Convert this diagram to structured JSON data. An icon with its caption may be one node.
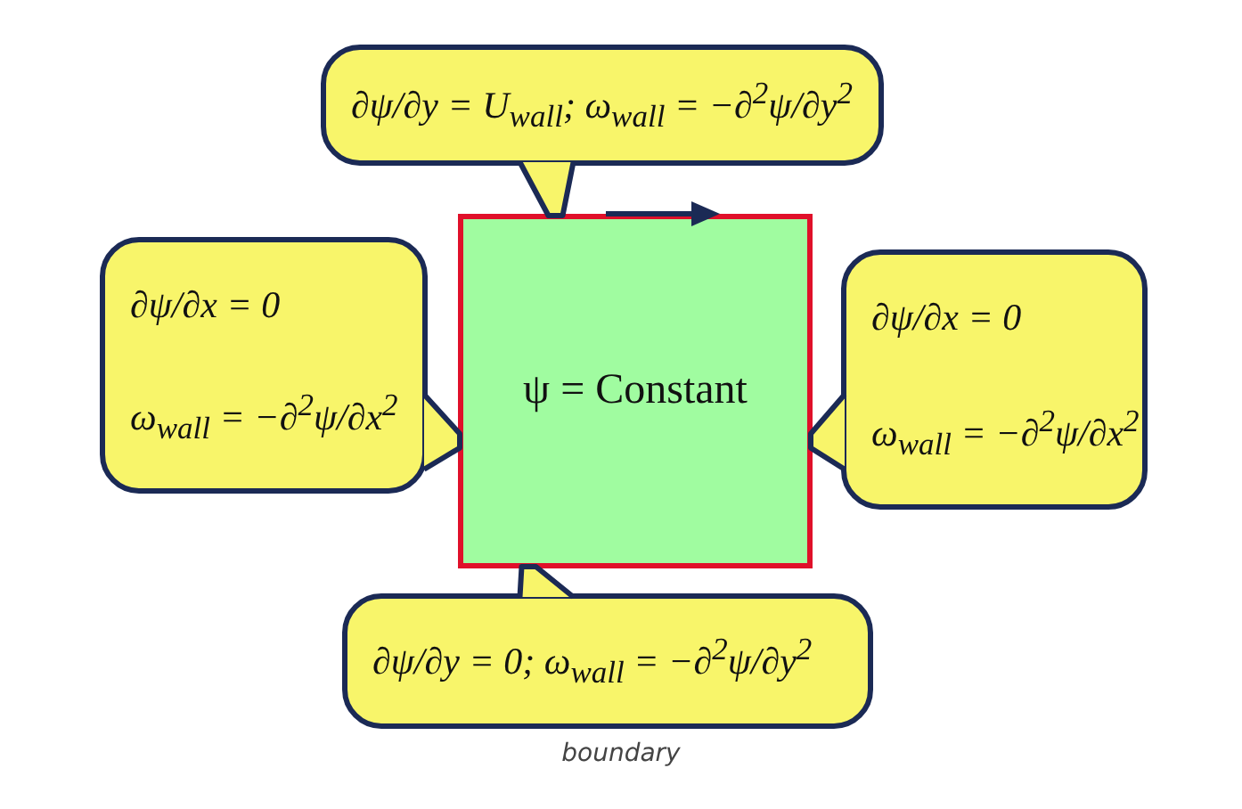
{
  "diagram": {
    "caption": "boundary",
    "nodes": [
      {
        "text": [
          "∂ψ/∂y = U$_{wall}$;   ω$_{wall}$ = −∂$^{2}$ψ/∂y$^{2}$"
        ]
      },
      {
        "text": [
          "∂ψ/∂x = 0",
          "ω$_{wall}$ = −∂$^{2}$ψ/∂x$^{2}$"
        ]
      },
      {
        "text": [
          "ψ = Constant"
        ]
      },
      {
        "text": [
          "∂ψ/∂x = 0",
          "ω$_{wall}$ = −∂$^{2}$ψ/∂x$^{2}$"
        ]
      },
      {
        "text": [
          "∂ψ/∂y = 0;   ω$_{wall}$ = −∂$^{2}$ψ/∂y$^{2}$"
        ]
      }
    ],
    "edges": [
      {
        "from": 0,
        "to": 2,
        "arrow": "none"
      },
      {
        "from": 1,
        "to": 2,
        "arrow": "none"
      },
      {
        "from": 3,
        "to": 2,
        "arrow": "none"
      },
      {
        "from": 4,
        "to": 2,
        "arrow": "none"
      }
    ]
  }
}
